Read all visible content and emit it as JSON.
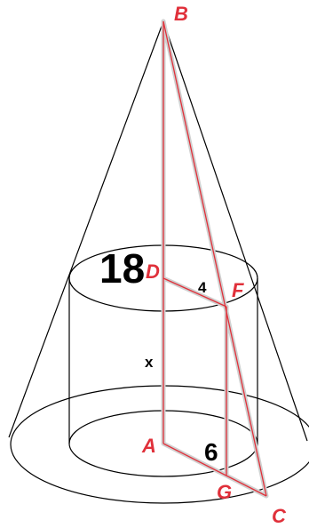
{
  "points": {
    "B": "B",
    "D": "D",
    "F": "F",
    "A": "A",
    "G": "G",
    "C": "C"
  },
  "measurements": {
    "top_value": "18",
    "df_length": "4",
    "ag_length": "6",
    "height_label": "x"
  },
  "colors": {
    "outline": "#000000",
    "highlight": "#d0d0d0",
    "segment": "#e0303a",
    "point_label": "#e0303a",
    "measure_label": "#000000"
  }
}
